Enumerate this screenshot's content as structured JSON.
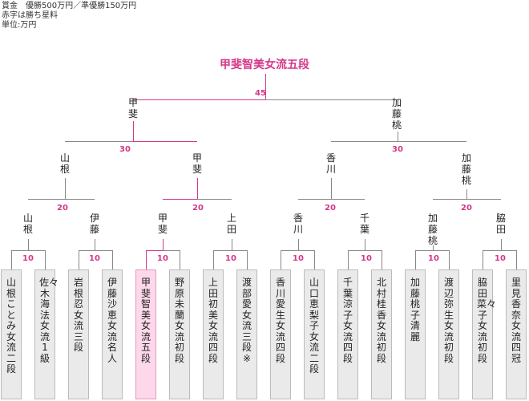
{
  "notes": [
    "賞金　優勝500万円／準優勝150万円",
    "赤字は勝ち星料",
    "単位:万円"
  ],
  "champion": "甲斐智美女流五段",
  "final": {
    "left": "甲斐",
    "right": "加藤桃",
    "prize": "45"
  },
  "semis": [
    {
      "left": "山根",
      "right": "甲斐",
      "prize": "30"
    },
    {
      "left": "香川",
      "right": "加藤桃",
      "prize": "30"
    }
  ],
  "quarters": [
    {
      "left": "山根",
      "right": "伊藤",
      "prize": "20"
    },
    {
      "left": "甲斐",
      "right": "上田",
      "prize": "20"
    },
    {
      "left": "香川",
      "right": "千葉",
      "prize": "20"
    },
    {
      "left": "加藤桃",
      "right": "脇田",
      "prize": "20"
    }
  ],
  "first_round_prize": "10",
  "players": [
    "山根ことみ女流二段",
    "佐々木海法女流1級",
    "岩根忍女流三段",
    "伊藤沙恵女流名人",
    "甲斐智美女流五段",
    "野原未蘭女流初段",
    "上田初美女流四段",
    "渡部愛女流三段※",
    "香川愛生女流四段",
    "山口恵梨子女流二段",
    "千葉涼子女流四段",
    "北村桂香女流初段",
    "加藤桃子清麗",
    "渡辺弥生女流初段",
    "脇田菜々子女流初段",
    "里見香奈女流四冠"
  ],
  "colors": {
    "win": "#d4378a",
    "line": "#888888",
    "winner_bg": "#fcd8ea"
  }
}
